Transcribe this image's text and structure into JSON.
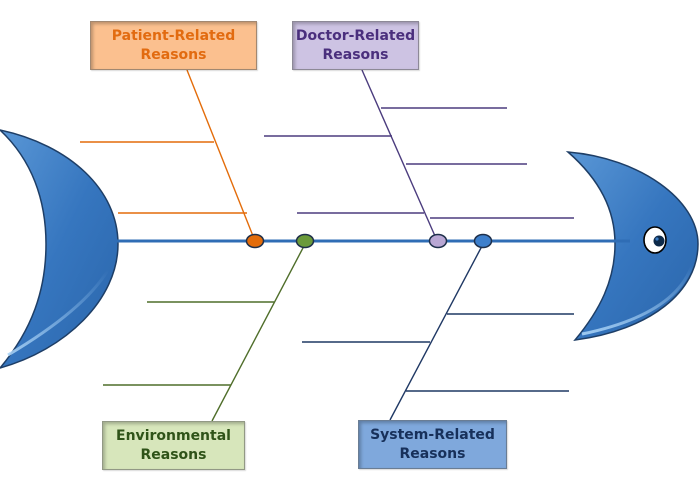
{
  "diagram": {
    "type": "fishbone",
    "colors": {
      "body": "#3a7cc4",
      "spine": "#2f6db5",
      "patient": "#e36c0a",
      "doctor": "#4b3c7e",
      "environmental": "#4f6e2a",
      "system": "#1f3864"
    },
    "categories": [
      {
        "id": "patient",
        "label": "Patient-Related\nReasons",
        "node_color": "#e36c0a",
        "box_bg": "#fbc08f",
        "text_color": "#e26b10",
        "sub_causes": 2
      },
      {
        "id": "doctor",
        "label": "Doctor-Related\nReasons",
        "node_color": "#b9a7d4",
        "box_bg": "#cdc3e3",
        "text_color": "#4a2f7d",
        "sub_causes": 5
      },
      {
        "id": "environmental",
        "label": "Environmental\nReasons",
        "node_color": "#6a9a3a",
        "box_bg": "#d7e6bb",
        "text_color": "#2f5318",
        "sub_causes": 2
      },
      {
        "id": "system",
        "label": "System-Related\nReasons",
        "node_color": "#3d7fcc",
        "box_bg": "#7fa8dc",
        "text_color": "#17305a",
        "sub_causes": 3
      }
    ]
  }
}
